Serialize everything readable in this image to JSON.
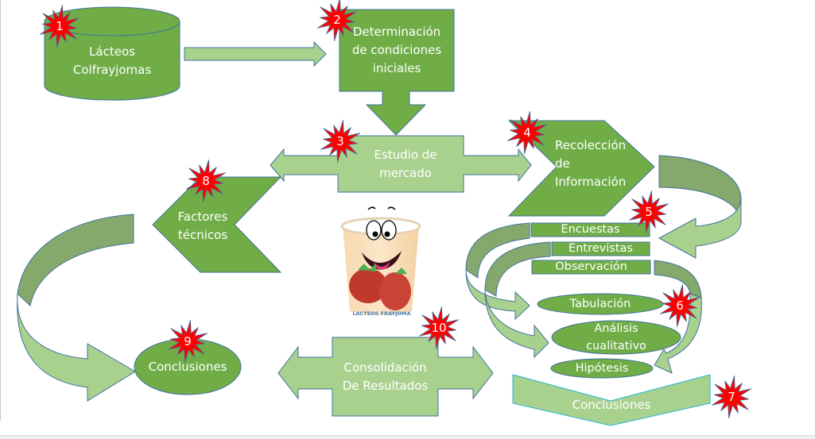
{
  "diagram": {
    "colors": {
      "dark_green": "#70ad47",
      "light_green": "#a9d18e",
      "muted_green": "#85a86d",
      "outline": "#41719c",
      "cyan_outline": "#22b5d8",
      "star_red": "#ff0000",
      "text": "#ffffff"
    },
    "nodes": [
      {
        "id": "lacteos",
        "step": "1",
        "shape": "cylinder",
        "lines": [
          "Lácteos",
          "Colfrayjomas"
        ]
      },
      {
        "id": "determinacion",
        "step": "2",
        "shape": "down-arrow-callout",
        "lines": [
          "Determinación",
          "de condiciones",
          "iniciales"
        ]
      },
      {
        "id": "estudio",
        "step": "3",
        "shape": "left-right-arrow-callout",
        "lines": [
          "Estudio de",
          "mercado"
        ]
      },
      {
        "id": "recoleccion",
        "step": "4",
        "shape": "chevron",
        "lines": [
          "Recolección",
          "de",
          "Información"
        ]
      },
      {
        "id": "metodos",
        "step": "5",
        "shape": "rectangles",
        "items": [
          "Encuestas",
          "Entrevistas",
          "Observación"
        ]
      },
      {
        "id": "analisis",
        "step": "6",
        "shape": "ellipses",
        "items": [
          "Tabulación",
          "Análisis cualitativo",
          "Hipótesis"
        ]
      },
      {
        "id": "conclusiones_final",
        "step": "7",
        "shape": "down-chevron",
        "lines": [
          "Conclusiones"
        ]
      },
      {
        "id": "factores",
        "step": "8",
        "shape": "reverse-chevron",
        "lines": [
          "Factores",
          "técnicos"
        ]
      },
      {
        "id": "conclusiones",
        "step": "9",
        "shape": "ellipse",
        "lines": [
          "Conclusiones"
        ]
      },
      {
        "id": "consolidacion",
        "step": "10",
        "shape": "left-right-arrow-callout",
        "lines": [
          "Consolidación",
          "De Resultados"
        ]
      }
    ],
    "mascot": {
      "caption": "LACTEOS FRAYJOMA",
      "description": "smiling strawberry yogurt cup"
    }
  }
}
